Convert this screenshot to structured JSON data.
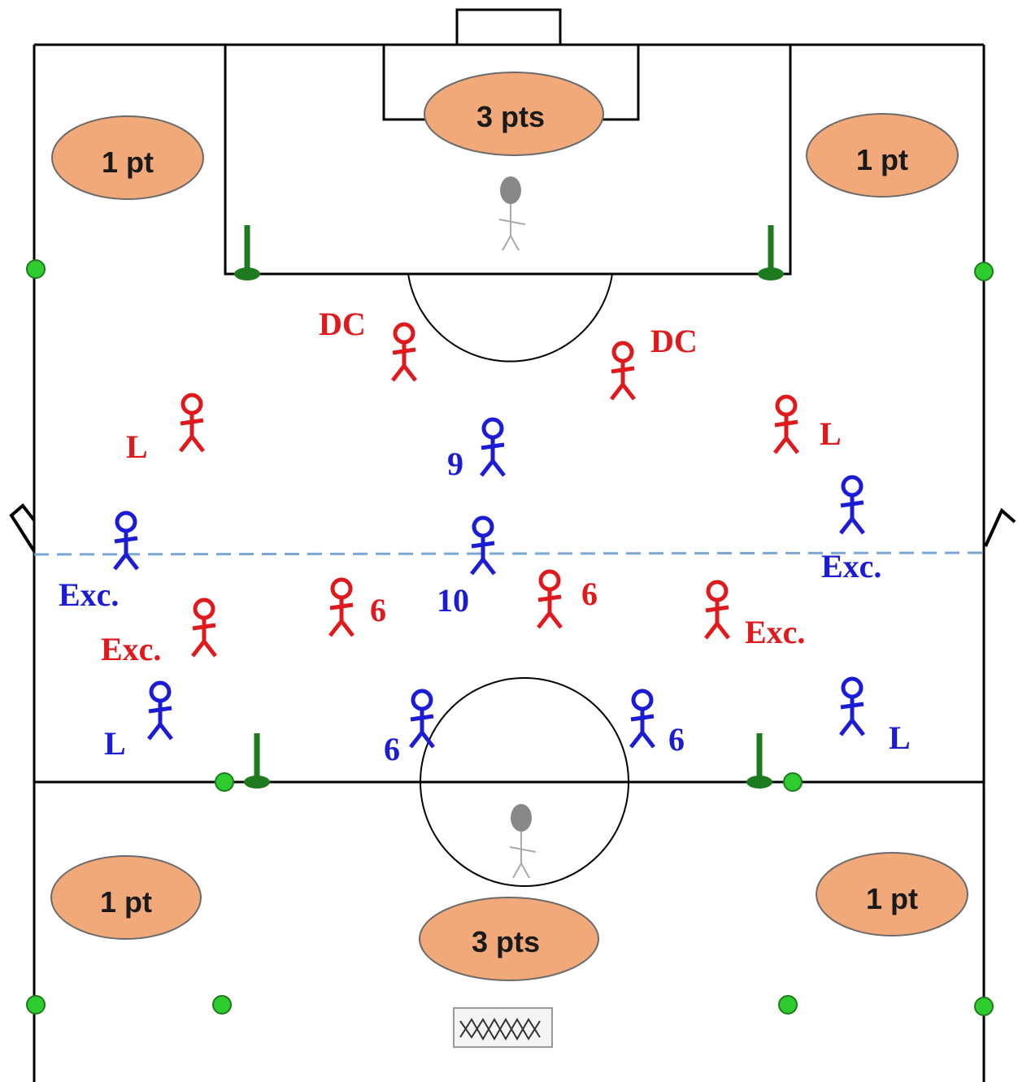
{
  "colors": {
    "red_team": "#e0191c",
    "blue_team": "#1c1cd6",
    "zone_fill": "#f1a97a",
    "cone": "#2ecc2e",
    "pole": "#1e7a1e",
    "line": "#000000",
    "dashed_line": "#7aa7d6",
    "neutral_player": "#888888"
  },
  "zones": {
    "top_goal_zone": "3 pts",
    "bottom_goal_zone": "3 pts",
    "top_left_zone": "1 pt",
    "top_right_zone": "1 pt",
    "bottom_left_zone": "1 pt",
    "bottom_right_zone": "1 pt"
  },
  "red_players": {
    "dc_left": "DC",
    "dc_right": "DC",
    "l_left": "L",
    "l_right": "L",
    "six_left": "6",
    "six_right": "6",
    "exc_left": "Exc.",
    "exc_right": "Exc."
  },
  "blue_players": {
    "nine": "9",
    "ten": "10",
    "exc_left": "Exc.",
    "exc_right": "Exc.",
    "l_left": "L",
    "l_right": "L",
    "six_left": "6",
    "six_right": "6"
  },
  "icons": {
    "neutral_players": "stick-figure-icon",
    "poles": "pole-gate-icon",
    "cones": "cone-icon",
    "flags": "corner-flag-icon",
    "goal": "goal-net-icon"
  }
}
